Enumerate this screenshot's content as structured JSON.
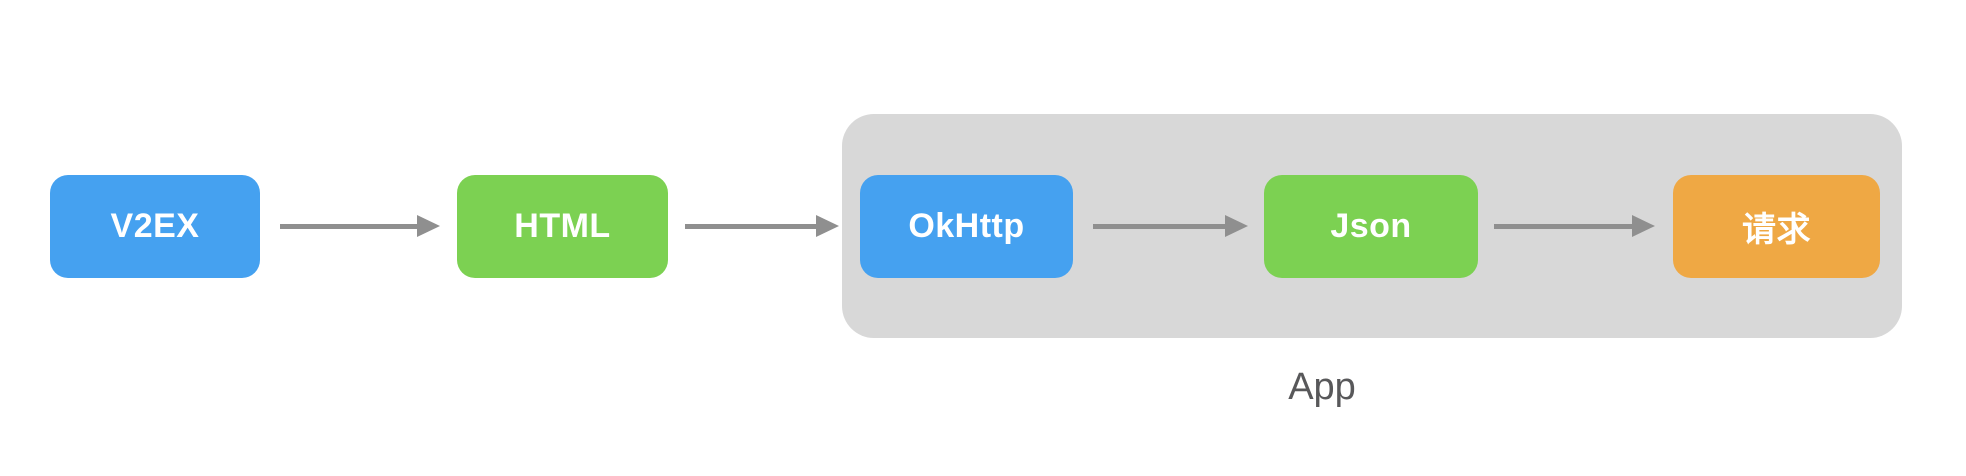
{
  "diagram": {
    "canvas_bg": "#FFFFFF",
    "arrow_color": "#8F8F8F",
    "node_text_color": "#FFFFFF",
    "nodes": {
      "v2ex": {
        "label": "V2EX",
        "bg": "#45A1F0"
      },
      "html": {
        "label": "HTML",
        "bg": "#7CD152"
      },
      "okhttp": {
        "label": "OkHttp",
        "bg": "#45A1F0"
      },
      "json": {
        "label": "Json",
        "bg": "#7CD152"
      },
      "request": {
        "label": "请求",
        "bg": "#EFA844"
      }
    },
    "group": {
      "label": "App",
      "bg": "#D8D8D8",
      "label_color": "#58585A"
    },
    "flow_order": "V2EX → HTML → OkHttp → Json → 请求"
  }
}
